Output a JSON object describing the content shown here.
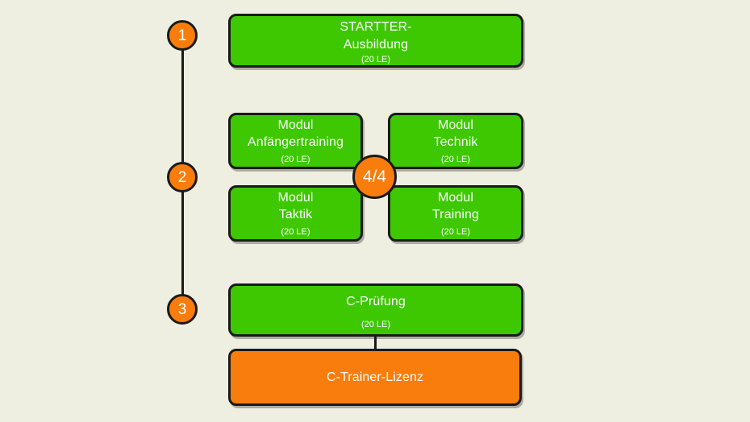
{
  "diagram": {
    "background_color": "#efefe1",
    "green_color": "#3dc802",
    "orange_color": "#f87d0c",
    "outline_color": "#1a1a1a",
    "text_color": "#ffffff"
  },
  "timeline": {
    "steps": [
      {
        "label": "1"
      },
      {
        "label": "2"
      },
      {
        "label": "3"
      }
    ]
  },
  "stage1": {
    "title_line1": "STARTTER-",
    "title_line2": "Ausbildung",
    "le": "(20 LE)"
  },
  "stage2": {
    "badge": "4/4",
    "modules": [
      {
        "line1": "Modul",
        "line2": "Anfängertraining",
        "le": "(20 LE)"
      },
      {
        "line1": "Modul",
        "line2": "Technik",
        "le": "(20 LE)"
      },
      {
        "line1": "Modul",
        "line2": "Taktik",
        "le": "(20 LE)"
      },
      {
        "line1": "Modul",
        "line2": "Training",
        "le": "(20 LE)"
      }
    ]
  },
  "stage3": {
    "exam": {
      "title": "C-Prüfung",
      "le": "(20 LE)"
    },
    "license": {
      "title": "C-Trainer-Lizenz"
    }
  }
}
